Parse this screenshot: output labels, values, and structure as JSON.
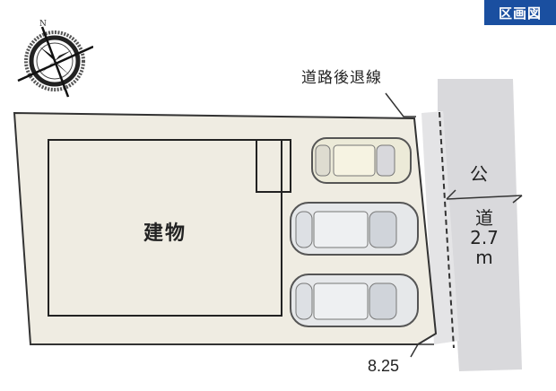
{
  "header": {
    "badge_label": "区画図"
  },
  "compass": {
    "north_label": "N",
    "icon": "compass-rose-icon"
  },
  "labels": {
    "setback_line": "道路後退線",
    "building": "建物",
    "road_char_1": "公",
    "road_char_2": "道",
    "road_width_value": "2.7",
    "road_width_unit": "m",
    "frontage": "8.25"
  },
  "colors": {
    "badge_bg": "#1a4fa0",
    "lot_fill": "#efece2",
    "road_fill": "#d9d9dc",
    "line": "#222222"
  },
  "parking": {
    "cars": [
      "small-car",
      "suv-car",
      "suv-car"
    ]
  }
}
